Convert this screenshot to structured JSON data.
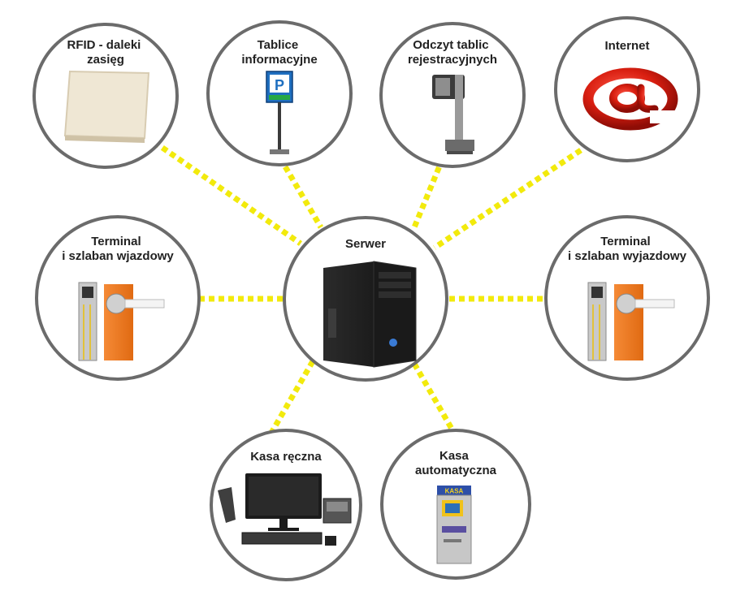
{
  "colors": {
    "connector": "#f2ea0c",
    "circle_border": "#6b6b6b",
    "label_text": "#222222"
  },
  "center": {
    "label": "Serwer",
    "icon": "pc-tower-icon"
  },
  "nodes": [
    {
      "id": "rfid",
      "lines": [
        "RFID - daleki",
        "zasięg"
      ],
      "icon": "rfid-reader-panel-icon"
    },
    {
      "id": "tablice",
      "lines": [
        "Tablice",
        "informacyjne"
      ],
      "icon": "parking-sign-icon"
    },
    {
      "id": "odczyt",
      "lines": [
        "Odczyt tablic",
        "rejestracyjnych"
      ],
      "icon": "license-plate-camera-icon"
    },
    {
      "id": "internet",
      "lines": [
        "Internet"
      ],
      "icon": "at-sign-icon"
    },
    {
      "id": "terminal-wjazd",
      "lines": [
        "Terminal",
        "i szlaban wjazdowy"
      ],
      "icon": "barrier-terminal-icon"
    },
    {
      "id": "terminal-wyjazd",
      "lines": [
        "Terminal",
        "i szlaban wyjazdowy"
      ],
      "icon": "barrier-terminal-icon"
    },
    {
      "id": "kasa-reczna",
      "lines": [
        "Kasa ręczna"
      ],
      "icon": "pos-workstation-icon"
    },
    {
      "id": "kasa-auto",
      "lines": [
        "Kasa",
        "automatyczna"
      ],
      "icon": "payment-kiosk-icon"
    }
  ],
  "kiosk_sign_text": "KASA"
}
